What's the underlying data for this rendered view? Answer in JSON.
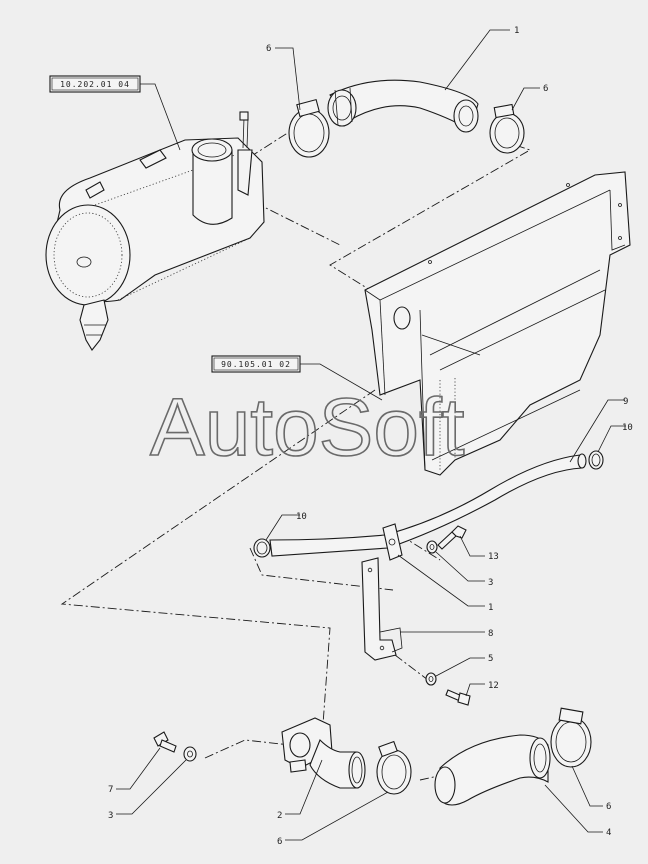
{
  "references": {
    "air_filter": "10.202.01 04",
    "frame": "90.105.01 02"
  },
  "callouts": {
    "hose_upper": "1",
    "clamp_upper_left": "6",
    "clamp_upper_right": "6",
    "pipe_9": "9",
    "clamp_10_right": "10",
    "clamp_10_left": "10",
    "screw_13": "13",
    "washer_3_mid": "3",
    "clamp_1_mid": "1",
    "bracket_8": "8",
    "washer_5": "5",
    "screw_12": "12",
    "screw_7": "7",
    "washer_3_low": "3",
    "elbow_2": "2",
    "clamp_6_low_left": "6",
    "clamp_6_low_right": "6",
    "hose_4": "4"
  },
  "watermark": "AutoSoft"
}
